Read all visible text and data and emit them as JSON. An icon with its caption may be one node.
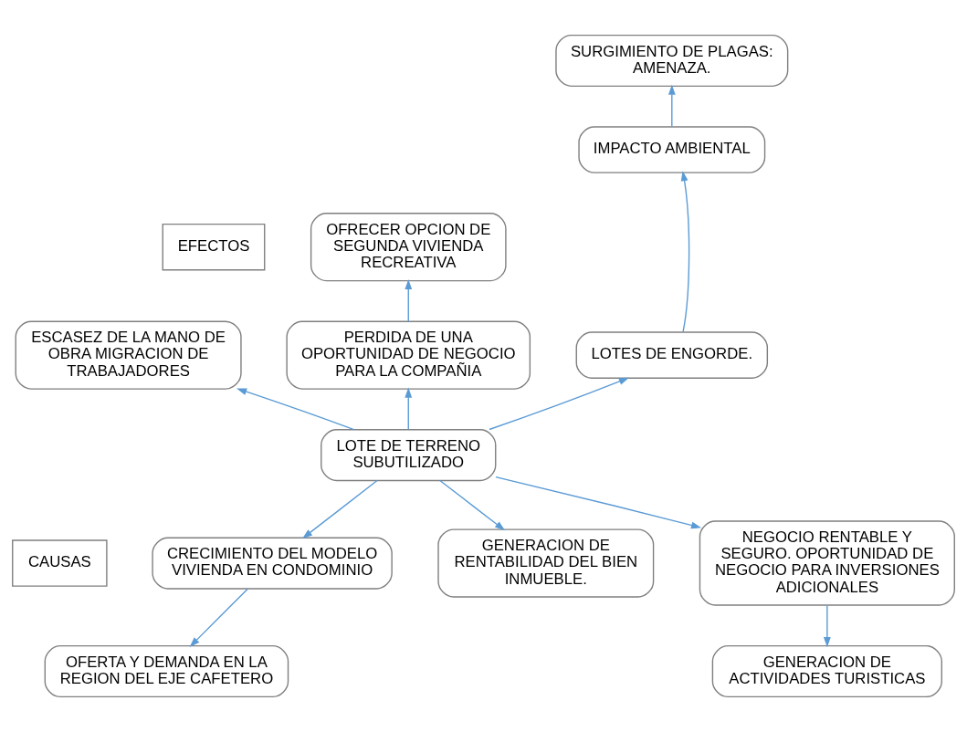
{
  "diagram": {
    "nodes": [
      {
        "text": [
          "EFECTOS"
        ]
      },
      {
        "text": [
          "OFRECER OPCION DE SEGUNDA VIVIENDA RECREATIVA"
        ]
      },
      {
        "text": [
          "SURGIMIENTO DE PLAGAS: AMENAZA."
        ]
      },
      {
        "text": [
          "IMPACTO AMBIENTAL"
        ]
      },
      {
        "text": [
          "PERDIDA DE UNA OPORTUNIDAD DE NEGOCIO PARA LA COMPAÑIA"
        ]
      },
      {
        "text": [
          "ESCASEZ DE LA MANO DE OBRA MIGRACION DE TRABAJADORES"
        ]
      },
      {
        "text": [
          "LOTES DE ENGORDE."
        ]
      },
      {
        "text": [
          "LOTE DE TERRENO SUBUTILIZADO"
        ]
      },
      {
        "text": [
          "CAUSAS"
        ]
      },
      {
        "text": [
          "CRECIMIENTO DEL MODELO VIVIENDA EN CONDOMINIO"
        ]
      },
      {
        "text": [
          "GENERACION DE RENTABILIDAD DEL BIEN INMUEBLE."
        ]
      },
      {
        "text": [
          "NEGOCIO RENTABLE Y SEGURO. OPORTUNIDAD DE NEGOCIO PARA INVERSIONES ADICIONALES"
        ]
      },
      {
        "text": [
          "OFERTA Y DEMANDA EN LA REGION DEL EJE CAFETERO"
        ]
      },
      {
        "text": [
          "GENERACION DE ACTIVIDADES TURISTICAS"
        ]
      }
    ],
    "edges": [
      {
        "from": 4,
        "to": 1,
        "arrow": "to"
      },
      {
        "from": 3,
        "to": 2,
        "arrow": "to"
      },
      {
        "from": 6,
        "to": 3,
        "arrow": "to"
      },
      {
        "from": 7,
        "to": 4,
        "arrow": "to"
      },
      {
        "from": 7,
        "to": 5,
        "arrow": "to"
      },
      {
        "from": 7,
        "to": 6,
        "arrow": "to"
      },
      {
        "from": 7,
        "to": 9,
        "arrow": "to"
      },
      {
        "from": 7,
        "to": 10,
        "arrow": "to"
      },
      {
        "from": 7,
        "to": 11,
        "arrow": "to"
      },
      {
        "from": 9,
        "to": 12,
        "arrow": "to"
      },
      {
        "from": 11,
        "to": 13,
        "arrow": "to"
      }
    ]
  }
}
